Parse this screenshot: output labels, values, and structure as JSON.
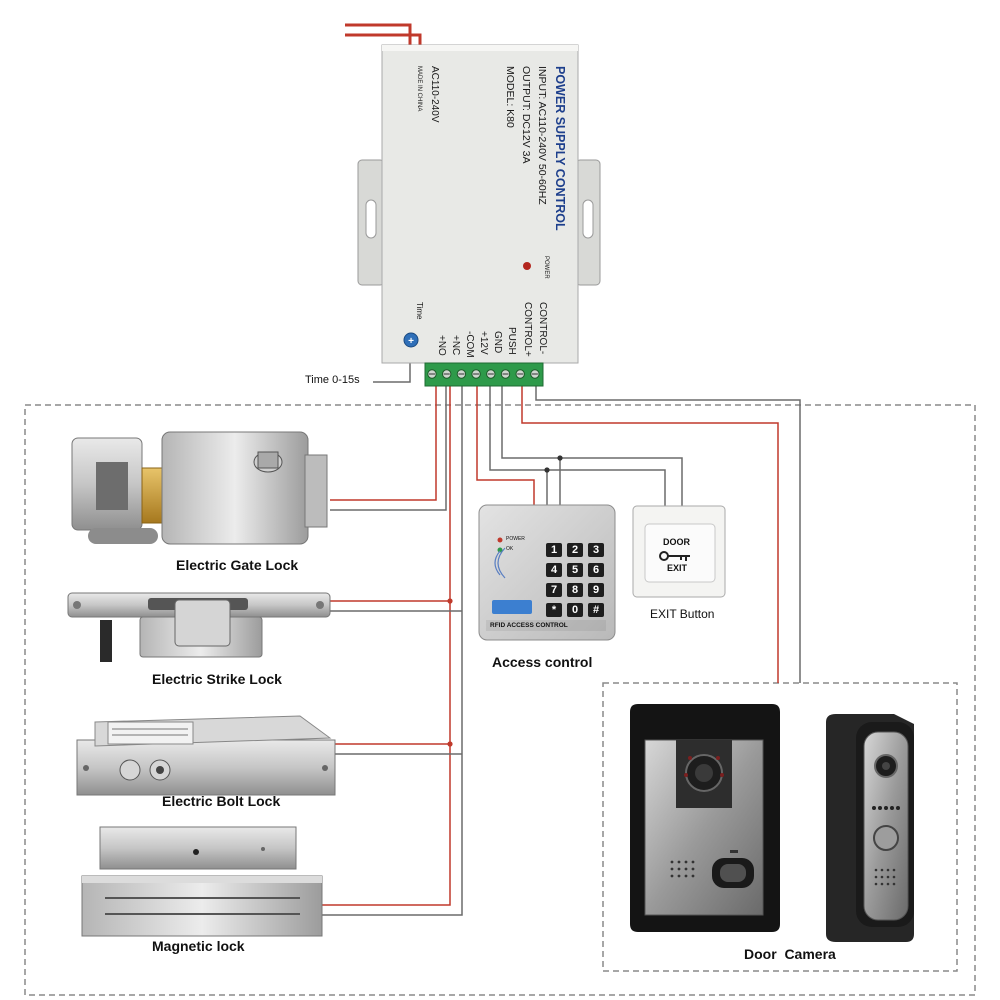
{
  "power_supply": {
    "title": "POWER SUPPLY CONTROL",
    "input": "INPUT: AC110-240V  50-60HZ",
    "output": "OUTPUT: DC12V  3A",
    "model": "MODEL: K80",
    "side_voltage": "AC110-240V",
    "made_in": "MADE IN CHINA",
    "power_led_label": "POWER",
    "time_label": "Time",
    "terminals": [
      "+NO",
      "+NC",
      "-COM",
      "+12V",
      "GND",
      "PUSH",
      "CONTROL+",
      "CONTROL-"
    ]
  },
  "timer_note": "Time 0-15s",
  "devices": {
    "gate_lock": "Electric Gate Lock",
    "strike_lock": "Electric Strike Lock",
    "bolt_lock": "Electric Bolt Lock",
    "magnetic_lock": "Magnetic lock",
    "access_control": "Access control",
    "exit_button": "EXIT Button",
    "door_camera": "Door  Camera"
  },
  "keypad": {
    "keys": [
      "1",
      "2",
      "3",
      "4",
      "5",
      "6",
      "7",
      "8",
      "9",
      "*",
      "0",
      "#"
    ],
    "brand": "RFID ACCESS CONTROL",
    "led_power": "POWER",
    "led_ok": "OK"
  },
  "exit_plate": {
    "line1": "DOOR",
    "line2": "EXIT"
  },
  "colors": {
    "red_wire": "#c0392b",
    "gray_wire": "#6b6b6b",
    "terminal_green": "#2e9a4a",
    "psu_body": "#e8e9e6"
  }
}
